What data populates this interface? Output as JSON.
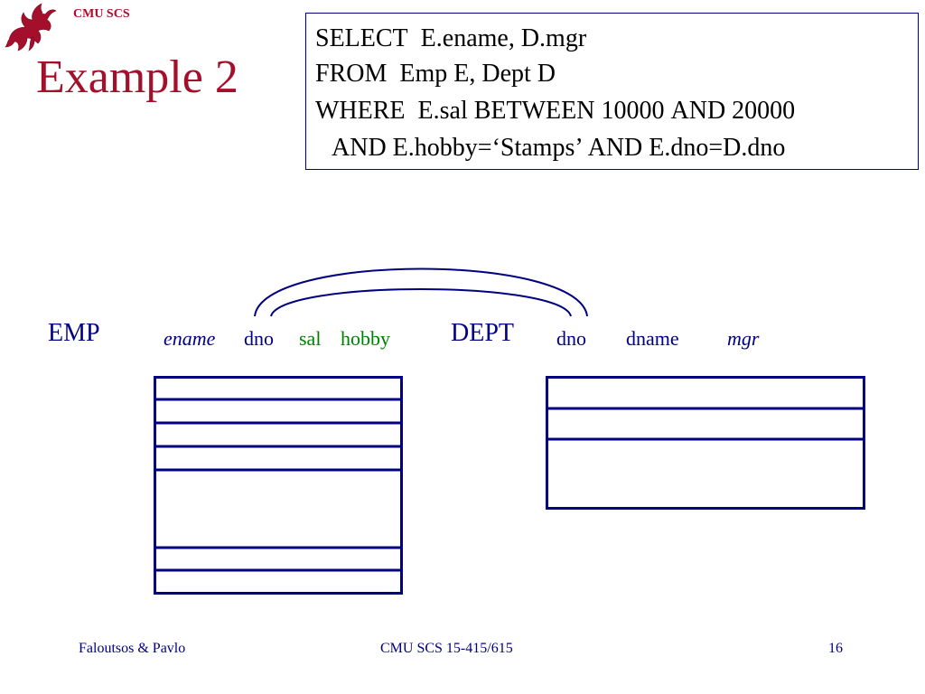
{
  "header": {
    "org_label": "CMU SCS",
    "title": "Example 2"
  },
  "sql": {
    "line1": {
      "keyword": "SELECT",
      "text": "E.ename, D.mgr"
    },
    "line2": {
      "keyword": "FROM",
      "text": "Emp E, Dept D"
    },
    "line3": {
      "keyword": "WHERE",
      "text_a": "E.sal",
      "keyword_b": "BETWEEN",
      "text_b": "10000",
      "keyword_c": "AND",
      "text_c": "20000"
    },
    "line4": {
      "keyword_a": "AND",
      "text_a": "E.hobby=‘Stamps’",
      "keyword_b": "AND",
      "text_b": "E.dno=D.dno"
    }
  },
  "diagram": {
    "emp": {
      "name": "EMP",
      "columns": [
        "ename",
        "dno",
        "sal",
        "hobby"
      ]
    },
    "dept": {
      "name": "DEPT",
      "columns": [
        "dno",
        "dname",
        "mgr"
      ]
    },
    "colors": {
      "primary": "#000080",
      "highlight": "#008000",
      "title": "#a40f2c"
    }
  },
  "footer": {
    "authors": "Faloutsos & Pavlo",
    "course": "CMU SCS 15-415/615",
    "page": "16"
  }
}
